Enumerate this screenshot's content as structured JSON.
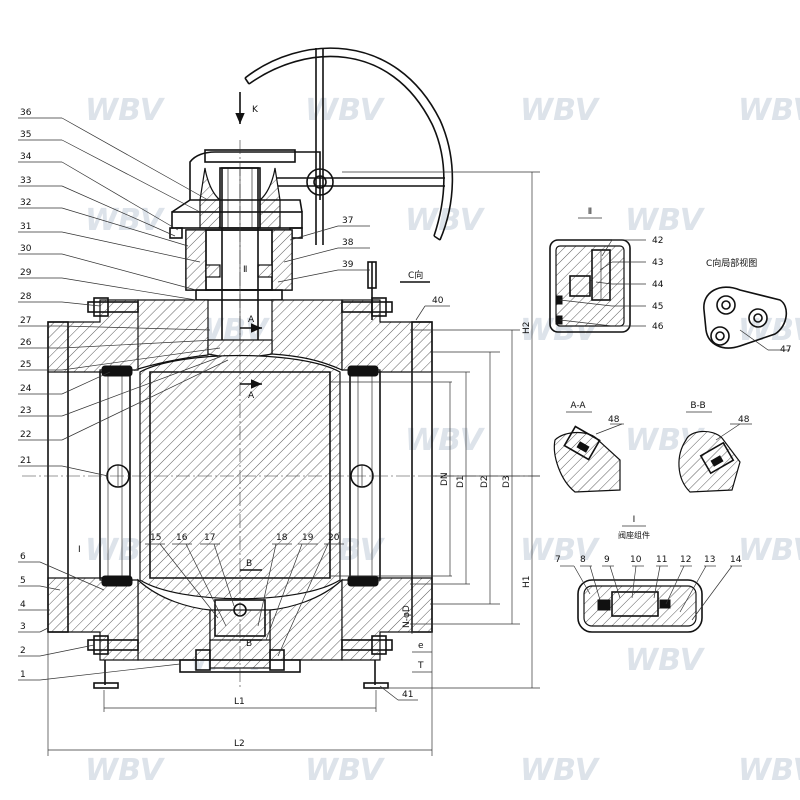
{
  "watermark": "WBV",
  "view_labels": {
    "detail_2": "Ⅱ",
    "detail_1": "I",
    "detail_1_title": "阀座组件",
    "c_view": "C向局部视图",
    "c_arrow": "C向",
    "k_arrow": "K",
    "section_aa": "A-A",
    "section_bb": "B-B",
    "sec_a": "A",
    "sec_b": "B",
    "detail_ref_2": "Ⅱ",
    "detail_ref_1": "I"
  },
  "part_numbers_left": [
    "36",
    "35",
    "34",
    "33",
    "32",
    "31",
    "30",
    "29",
    "28",
    "27",
    "26",
    "25",
    "24",
    "23",
    "22",
    "21",
    "6",
    "5",
    "4",
    "3",
    "2",
    "1"
  ],
  "part_numbers_top_right": [
    "37",
    "38",
    "39",
    "40"
  ],
  "part_numbers_detail2": [
    "42",
    "43",
    "44",
    "45",
    "46"
  ],
  "part_number_cview": "47",
  "part_numbers_sections": [
    "48",
    "48"
  ],
  "part_numbers_detail1": [
    "7",
    "8",
    "9",
    "10",
    "11",
    "12",
    "13",
    "14"
  ],
  "part_numbers_bottom": [
    "15",
    "16",
    "17",
    "18",
    "19",
    "20"
  ],
  "part_number_41": "41",
  "dimensions": {
    "h2": "H2",
    "h1": "H1",
    "dn": "DN",
    "d1": "D1",
    "d2": "D2",
    "d3": "D3",
    "n_phi_d": "N-φD",
    "e": "e",
    "t": "T",
    "l1": "L1",
    "l2": "L2"
  }
}
